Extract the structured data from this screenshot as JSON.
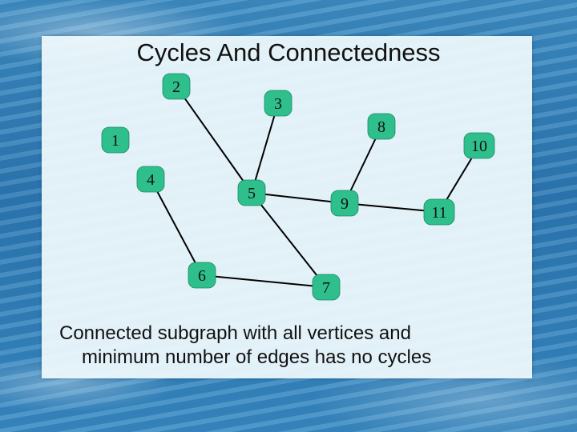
{
  "slide": {
    "title": "Cycles And Connectedness",
    "caption_line1": "Connected subgraph with all vertices and",
    "caption_line2": "minimum number of edges has no cycles"
  },
  "graph": {
    "nodes": [
      {
        "id": "2",
        "label": "2"
      },
      {
        "id": "3",
        "label": "3"
      },
      {
        "id": "8",
        "label": "8"
      },
      {
        "id": "1",
        "label": "1"
      },
      {
        "id": "10",
        "label": "10"
      },
      {
        "id": "4",
        "label": "4"
      },
      {
        "id": "5",
        "label": "5"
      },
      {
        "id": "9",
        "label": "9"
      },
      {
        "id": "11",
        "label": "11"
      },
      {
        "id": "6",
        "label": "6"
      },
      {
        "id": "7",
        "label": "7"
      }
    ],
    "edges": [
      [
        "2",
        "5"
      ],
      [
        "3",
        "5"
      ],
      [
        "4",
        "6"
      ],
      [
        "6",
        "7"
      ],
      [
        "5",
        "7"
      ],
      [
        "5",
        "9"
      ],
      [
        "8",
        "9"
      ],
      [
        "9",
        "11"
      ],
      [
        "10",
        "11"
      ]
    ],
    "node_color": "#2fbf8c"
  }
}
